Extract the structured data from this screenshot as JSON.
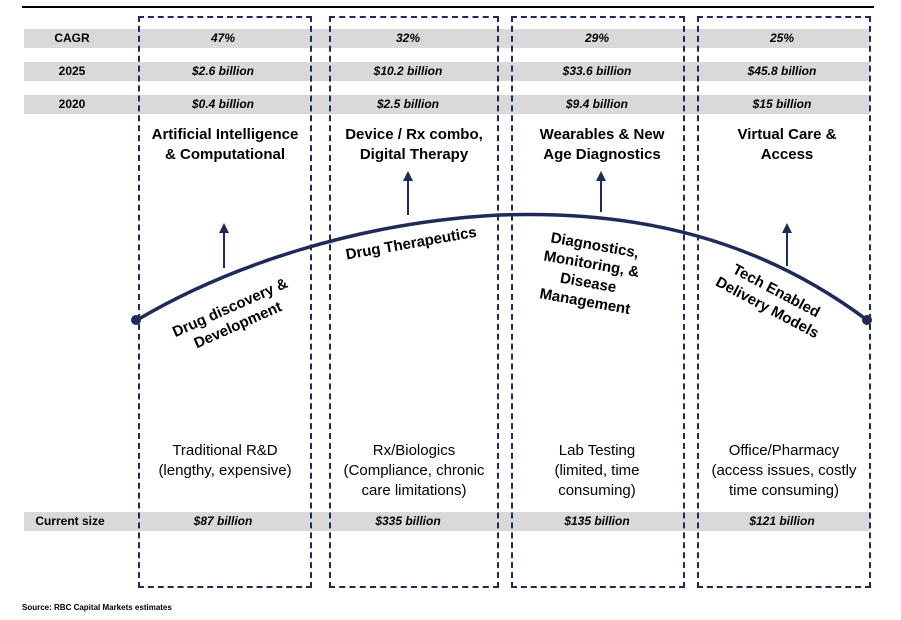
{
  "rows": {
    "cagr": {
      "label": "CAGR",
      "values": [
        "47%",
        "32%",
        "29%",
        "25%"
      ]
    },
    "y2025": {
      "label": "2025",
      "values": [
        "$2.6 billion",
        "$10.2 billion",
        "$33.6 billion",
        "$45.8 billion"
      ]
    },
    "y2020": {
      "label": "2020",
      "values": [
        "$0.4 billion",
        "$2.5 billion",
        "$9.4 billion",
        "$15 billion"
      ]
    },
    "current": {
      "label": "Current size",
      "values": [
        "$87 billion",
        "$335 billion",
        "$135 billion",
        "$121 billion"
      ]
    }
  },
  "columns": [
    {
      "heading": [
        "Artificial Intelligence",
        "& Computational"
      ],
      "curve_label": [
        "Drug discovery &",
        "Development"
      ],
      "traditional": [
        "Traditional R&D",
        "(lengthy, expensive)"
      ]
    },
    {
      "heading": [
        "Device / Rx combo,",
        "Digital Therapy"
      ],
      "curve_label": [
        "Drug Therapeutics"
      ],
      "traditional": [
        "Rx/Biologics",
        "(Compliance, chronic",
        "care limitations)"
      ]
    },
    {
      "heading": [
        "Wearables & New",
        "Age Diagnostics"
      ],
      "curve_label": [
        "Diagnostics,",
        "Monitoring, &",
        "Disease",
        "Management"
      ],
      "traditional": [
        "Lab Testing",
        "(limited, time",
        "consuming)"
      ]
    },
    {
      "heading": [
        "Virtual Care &",
        "Access"
      ],
      "curve_label": [
        "Tech Enabled",
        "Delivery Models"
      ],
      "traditional": [
        "Office/Pharmacy",
        "(access issues, costly",
        "time consuming)"
      ]
    }
  ],
  "source": "Source: RBC Capital Markets estimates",
  "colors": {
    "navy": "#1f2a5a",
    "band": "#d9d9d9"
  }
}
